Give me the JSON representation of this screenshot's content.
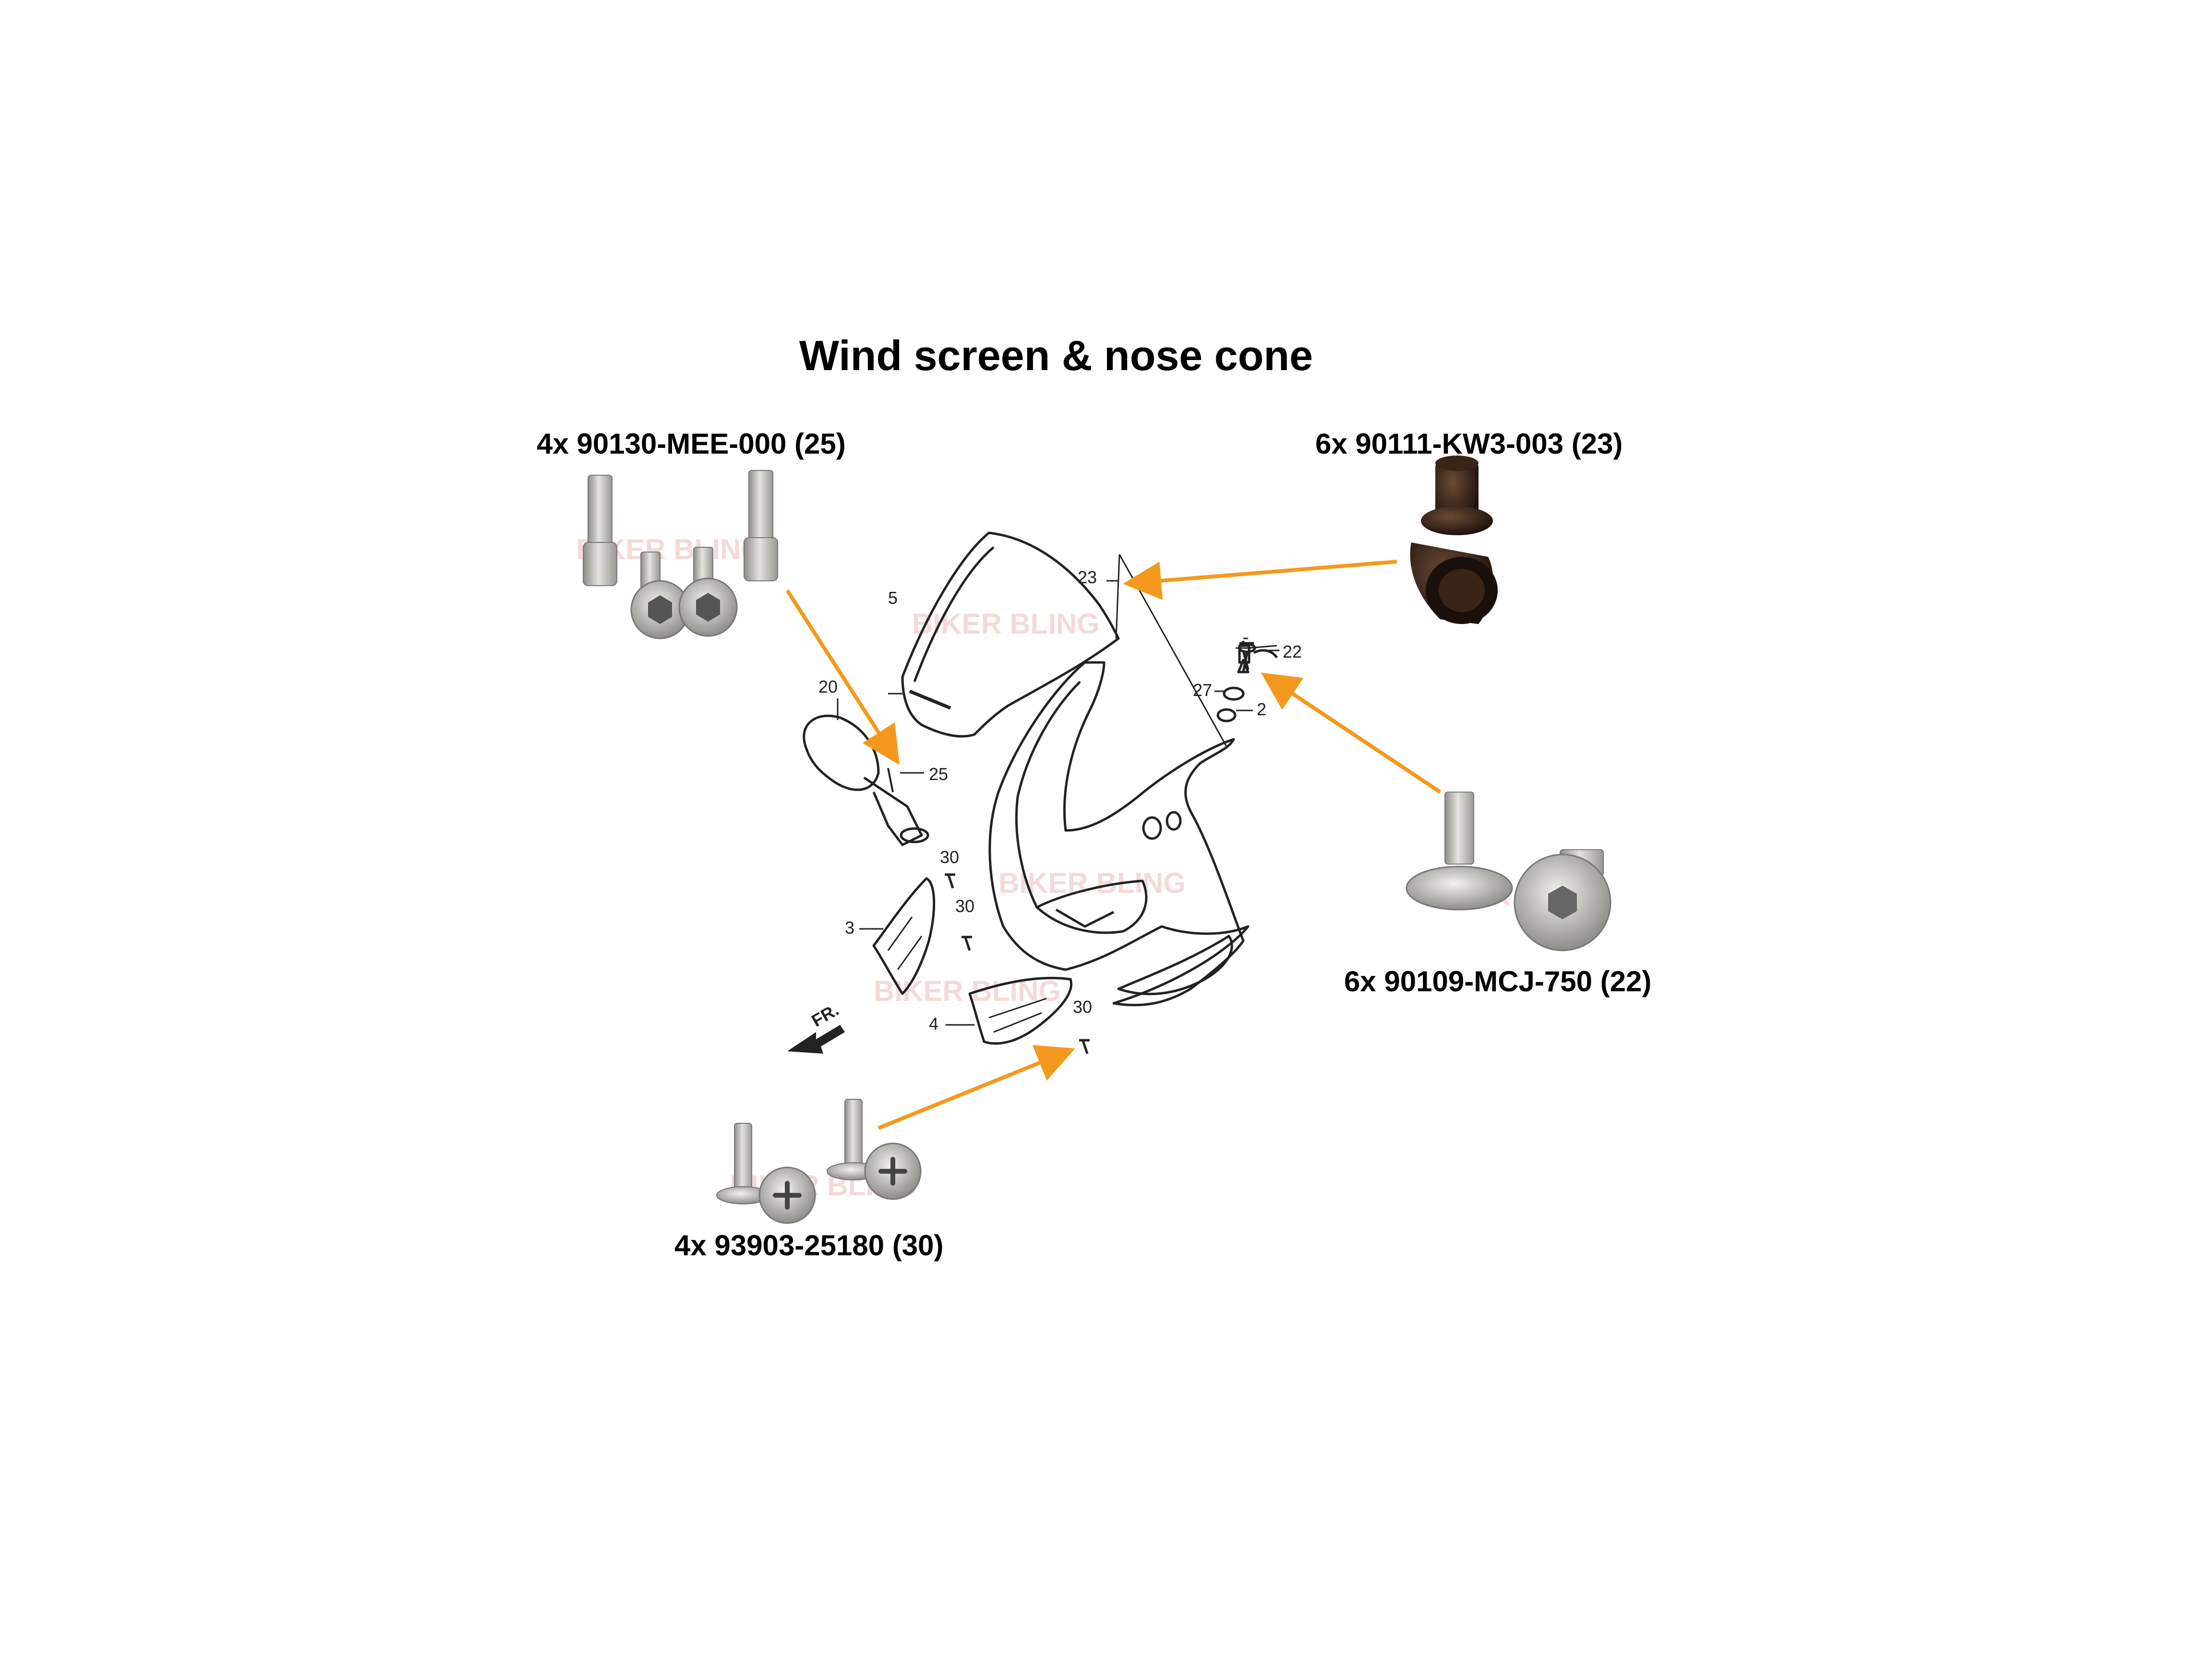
{
  "title": "Wind screen & nose cone",
  "kits": {
    "bolts_25": "4x 90130-MEE-000 (25)",
    "wellnuts_23": "6x 90111-KW3-003 (23)",
    "bolts_22": "6x 90109-MCJ-750 (22)",
    "screws_30": "4x 93903-25180 (30)"
  },
  "callouts": {
    "windscreen": "5",
    "mirror": "20",
    "mirror_bolt": "25",
    "wellnut": "23",
    "screen_bolt": "22",
    "washer_27": "27",
    "grommet": "2",
    "inner_panel_l": "3",
    "inner_panel_lower": "4",
    "screw_a": "30",
    "screw_b": "30",
    "screw_c": "30"
  },
  "front_marker": "FR.",
  "watermark": "BIKER BLING",
  "colors": {
    "arrow": "#f39a1e",
    "line": "#222222",
    "steel": "#b8b6b2",
    "rubber": "#2a1a12"
  }
}
